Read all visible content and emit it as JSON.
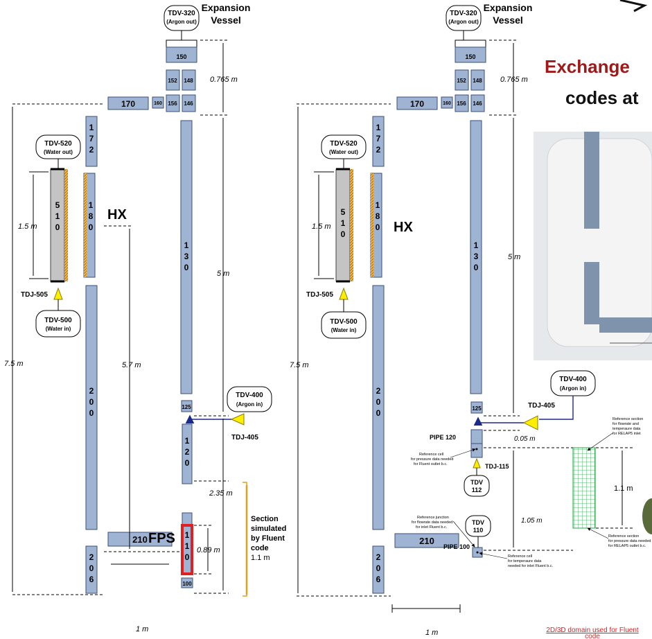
{
  "left": {
    "tdv320": [
      "TDV-320",
      "(Argon out)"
    ],
    "expansion": [
      "Expansion",
      "Vessel"
    ],
    "vessel_cells": [
      "150",
      "152",
      "148",
      "156",
      "146",
      "160"
    ],
    "pipe170": "170",
    "pipe172": [
      "1",
      "7",
      "2"
    ],
    "tdv520": [
      "TDV-520",
      "(Water out)"
    ],
    "pipe510": [
      "5",
      "1",
      "0"
    ],
    "pipe180": [
      "1",
      "8",
      "0"
    ],
    "hx": "HX",
    "tdj505": "TDJ-505",
    "tdv500": [
      "TDV-500",
      "(Water in)"
    ],
    "pipe200": [
      "2",
      "0",
      "0"
    ],
    "pipe206": [
      "2",
      "0",
      "6"
    ],
    "pipe130": [
      "1",
      "3",
      "0"
    ],
    "pipe120": [
      "1",
      "2",
      "0"
    ],
    "pipe110": [
      "1",
      "1",
      "0"
    ],
    "cell125": "125",
    "cell100": "100",
    "pipe210": "210",
    "tdv400": [
      "TDV-400",
      "(Argon in)"
    ],
    "tdj405": "TDJ-405",
    "fps": "FPS",
    "section": [
      "Section",
      "simulated",
      "by Fluent",
      "code",
      "1.1 m"
    ],
    "dims": {
      "d0765": "0.765 m",
      "d5": "5 m",
      "d15": "1.5 m",
      "d75": "7.5 m",
      "d57": "5.7 m",
      "d235": "2.35 m",
      "d089": "0.89 m",
      "d1": "1 m"
    }
  },
  "right": {
    "tdv320": [
      "TDV-320",
      "(Argon out)"
    ],
    "expansion": [
      "Expansion",
      "Vessel"
    ],
    "vessel_cells": [
      "150",
      "152",
      "148",
      "156",
      "146",
      "160"
    ],
    "pipe170": "170",
    "pipe172": [
      "1",
      "7",
      "2"
    ],
    "tdv520": [
      "TDV-520",
      "(Water out)"
    ],
    "pipe510": [
      "5",
      "1",
      "0"
    ],
    "pipe180": [
      "1",
      "8",
      "0"
    ],
    "hx": "HX",
    "tdj505": "TDJ-505",
    "tdv500": [
      "TDV-500",
      "(Water in)"
    ],
    "pipe200": [
      "2",
      "0",
      "0"
    ],
    "pipe206": [
      "2",
      "0",
      "6"
    ],
    "pipe130": [
      "1",
      "3",
      "0"
    ],
    "cell125": "125",
    "pipe210": "210",
    "tdv400": [
      "TDV-400",
      "(Argon in)"
    ],
    "tdj405": "TDJ-405",
    "pipe120_label": "PIPE 120",
    "pipe100_label": "PIPE 100",
    "tdj115": "TDJ-115",
    "tdv112": [
      "TDV",
      "112"
    ],
    "tdv110": [
      "TDV",
      "110"
    ],
    "ref_cell_pressure": [
      "Reference cell",
      "for pressure data needed",
      "for Fluent outlet b.c."
    ],
    "ref_junction": [
      "Reference junction",
      "for flowrate data needed",
      "for inlet Fluent b.c."
    ],
    "ref_cell_temp": [
      "Reference cell",
      "for temperaure data",
      "needed for inlet Fluent b.c."
    ],
    "ref_section_top": [
      "Reference section",
      "for flowrate and",
      "temperaure data",
      "for RELAP5 inlet"
    ],
    "ref_section_bottom": [
      "Reference section",
      "for pressure data needed",
      "for RELAP5 outlet b.c."
    ],
    "domain_caption": [
      "2D/3D domain used for Fluent",
      "code"
    ],
    "dims": {
      "d0765": "0.765 m",
      "d5": "5 m",
      "d15": "1.5 m",
      "d75": "7.5 m",
      "d005": "0.05 m",
      "d105": "1.05 m",
      "d11": "1.1 m",
      "d1": "1 m"
    }
  },
  "slide_title": [
    "Exchange",
    "codes at"
  ],
  "colors": {
    "pipe": "#9fb4d3",
    "pipe_stroke": "#3b4f7a",
    "hx_hatch": "#e0a020",
    "fps_red": "#e02020",
    "tdj_yellow": "#ffee00",
    "grid_green": "#22aa44",
    "title_red": "#a01818",
    "caption_red": "#e02020"
  }
}
